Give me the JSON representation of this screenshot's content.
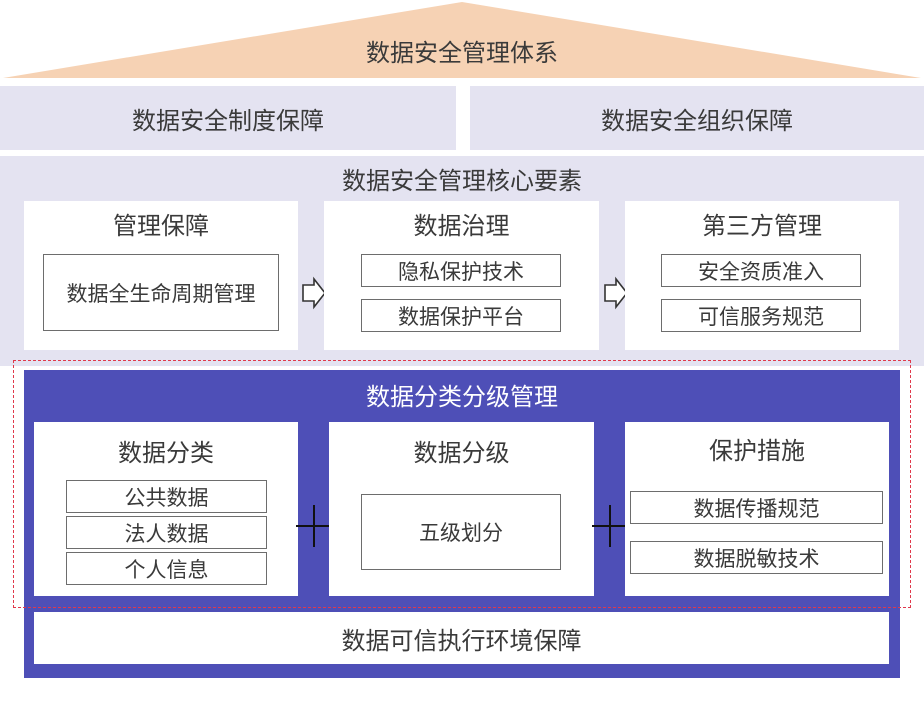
{
  "roof": {
    "title": "数据安全管理体系"
  },
  "pillars": {
    "left": "数据安全制度保障",
    "right": "数据安全组织保障"
  },
  "core": {
    "title": "数据安全管理核心要素",
    "cards": [
      {
        "title": "管理保障",
        "items": [
          "数据全生命周期管理"
        ]
      },
      {
        "title": "数据治理",
        "items": [
          "隐私保护技术",
          "数据保护平台"
        ]
      },
      {
        "title": "第三方管理",
        "items": [
          "安全资质准入",
          "可信服务规范"
        ]
      }
    ]
  },
  "classification": {
    "title": "数据分类分级管理",
    "cards": [
      {
        "title": "数据分类",
        "items": [
          "公共数据",
          "法人数据",
          "个人信息"
        ]
      },
      {
        "title": "数据分级",
        "items": [
          "五级划分"
        ]
      },
      {
        "title": "保护措施",
        "items": [
          "数据传播规范",
          "数据脱敏技术"
        ]
      }
    ]
  },
  "foundation": {
    "title": "数据可信执行环境保障"
  },
  "colors": {
    "roof": "#f6d2b4",
    "lavender": "#e4e3f1",
    "indigo": "#4e4fb7",
    "dashed": "#e0394a"
  }
}
